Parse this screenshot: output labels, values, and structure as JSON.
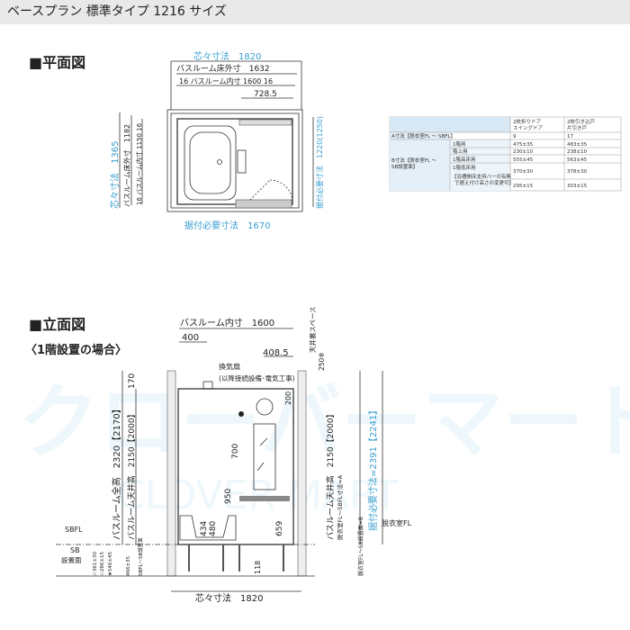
{
  "header": {
    "title": "ベースプラン 標準タイプ 1216 サイズ"
  },
  "plan": {
    "heading": "■平面図",
    "core_width": "芯々寸法　1820",
    "floor_outer_w": "バスルーム床外寸　1632",
    "inner_w": "16  バスルーム内寸  1600  16",
    "dim_728": "728.5",
    "core_depth": "芯々寸法　1365",
    "floor_outer_d": "バスルーム床外寸　1182",
    "inner_d": "16  バスルーム内寸  1150  16",
    "install_w": "据付必要寸法　1670",
    "install_d": "据付必要寸法　1220(1250)"
  },
  "table": {
    "headers": [
      "",
      "",
      "2枚折りドア\nスイングドア",
      "2枚引き込戸\n片引き戸"
    ],
    "col2_l1": "2枚折りドア",
    "col2_l2": "スイングドア",
    "col3_l1": "2枚引き込戸",
    "col3_l2": "片引き戸",
    "a_label": "A寸法【脱衣室FL ～ SBFL】",
    "a_v1": "9",
    "a_v2": "17",
    "b_label1": "B寸法【脱衣室FL ～",
    "b_label2": "SB設置面】",
    "rows": [
      {
        "label": "1階用",
        "v1": "475±35",
        "v2": "483±35"
      },
      {
        "label": "階上用",
        "v1": "230±10",
        "v2": "238±10"
      },
      {
        "label": "1階高床用",
        "v1": "555±45",
        "v2": "563±45"
      },
      {
        "label": "1階低床用",
        "v1": "370±30",
        "v2": "378±30"
      },
      {
        "label": "",
        "v1": "295±15",
        "v2": "303±15"
      }
    ],
    "note1": "【浴槽側床支持バーの有無",
    "note2": "で据え付け高さの変更可】"
  },
  "elevation": {
    "heading": "■立面図",
    "subheading": "〈1階設置の場合〉",
    "inner_w": "バスルーム内寸　1600",
    "d400": "400",
    "d408": "408.5",
    "fan": "換気扇",
    "fan_note": "(以降接続設備･電気工事)",
    "ceiling_space": "天井裏スペース",
    "ceiling_space_v": "250※",
    "d170": "170",
    "d200": "200",
    "total_h": "バスルーム全高　2320【2170】",
    "ceil_h": "バスルーム天井高　2150【2000】",
    "ceil_h_r": "バスルーム天井高　2150【2000】",
    "d700": "700",
    "d950": "950",
    "d434": "434",
    "d480": "480",
    "d659": "659",
    "d118": "118",
    "sbfl": "SBFL",
    "sb": "SB",
    "sb_face": "設置面",
    "v1": "☆361±30",
    "v2": "☆286±15",
    "v3": "★546±45",
    "v4": "466±35",
    "sbfl_sb": "SBFL～SB設置面",
    "a_dim": "脱衣室FL～SBFL寸法=A",
    "b_dim": "脱衣室FL～SB設置面=B",
    "install_h": "据付必要寸法=2391【2241】",
    "dressing_fl": "脱衣室FL",
    "core_w": "芯々寸法　1820"
  },
  "watermark": {
    "jp": "クローバーマート",
    "en": "CLOVER MART"
  },
  "colors": {
    "accent": "#3a9fd0",
    "header_bg": "#e9e9e9"
  }
}
